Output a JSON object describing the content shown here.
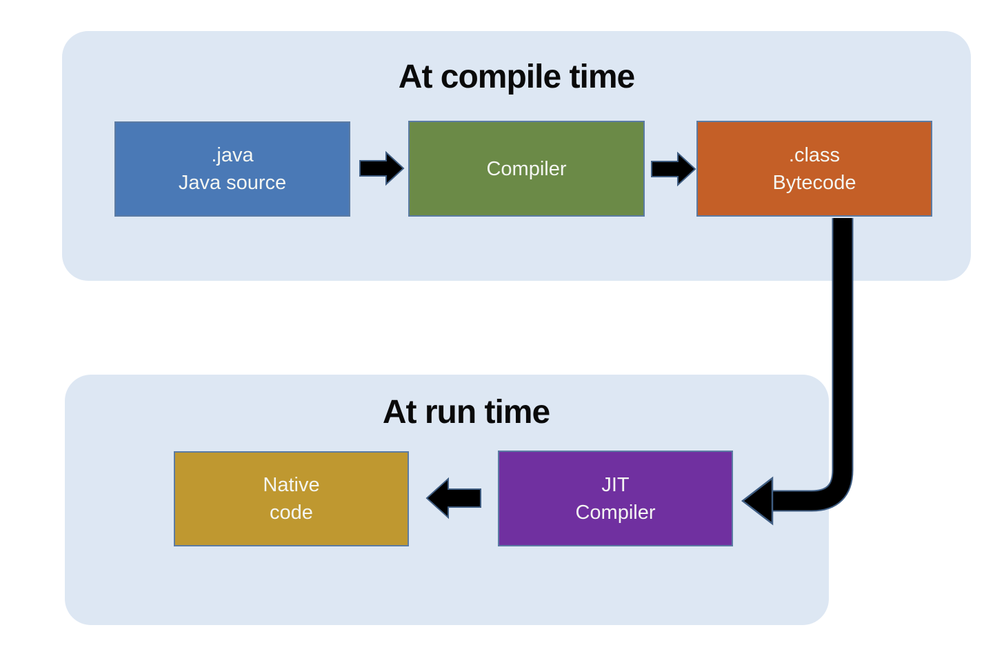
{
  "sections": {
    "compile": {
      "title": "At compile time"
    },
    "run": {
      "title": "At run time"
    }
  },
  "nodes": {
    "java_source": {
      "line1": ".java",
      "line2": "Java source",
      "fill": "#4a79b6"
    },
    "compiler": {
      "line1": "Compiler",
      "fill": "#6b8a47"
    },
    "bytecode": {
      "line1": ".class",
      "line2": "Bytecode",
      "fill": "#c45f27"
    },
    "native_code": {
      "line1": "Native",
      "line2": "code",
      "fill": "#bf9830"
    },
    "jit_compiler": {
      "line1": "JIT",
      "line2": "Compiler",
      "fill": "#7030a0"
    }
  },
  "colors": {
    "panel_fill": "#dde7f3",
    "node_border": "#5b7ba3",
    "node_text": "#f4f6f2",
    "title_text": "#0a0a0a",
    "arrow_fill": "#000000",
    "arrow_outline": "#3f5d82",
    "background": "#ffffff"
  }
}
